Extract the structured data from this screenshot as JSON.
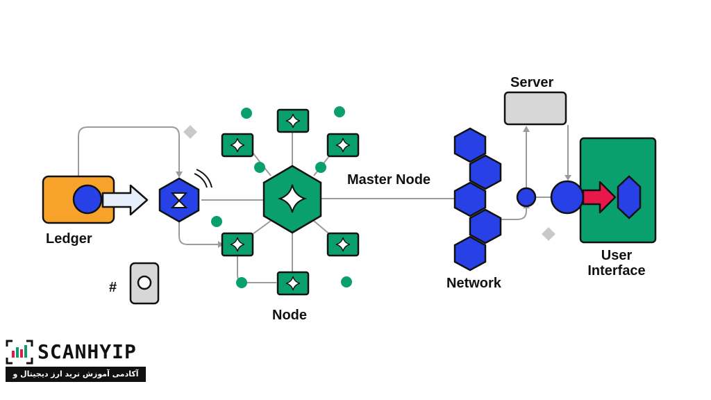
{
  "labels": {
    "ledger": "Ledger",
    "node": "Node",
    "master_node": "Master Node",
    "network": "Network",
    "server": "Server",
    "user_interface_line1": "User",
    "user_interface_line2": "Interface",
    "hash": "#"
  },
  "brand": {
    "name": "SCANHYIP",
    "tagline": "آکادمی آموزش ترید ارز دیجیتال و فارکس"
  },
  "colors": {
    "green": "#0aa06e",
    "blue": "#2741e6",
    "orange": "#f7a22b",
    "gray": "#d7d7d7",
    "line": "#9b9b9b",
    "red": "#e8194a",
    "ink": "#111111"
  }
}
